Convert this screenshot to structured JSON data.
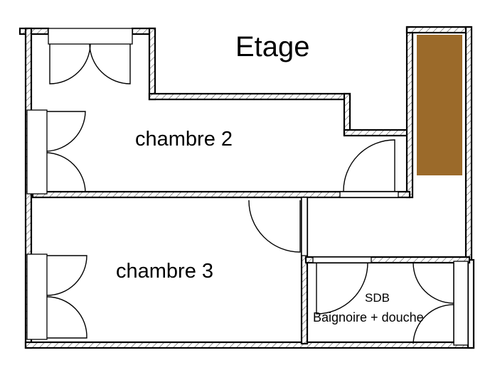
{
  "plan": {
    "title": "Etage",
    "rooms": [
      {
        "id": "chambre-2",
        "label": "chambre 2"
      },
      {
        "id": "chambre-3",
        "label": "chambre 3"
      },
      {
        "id": "sdb",
        "label": "SDB",
        "sublabel": "Baignoire + douche"
      }
    ],
    "colors": {
      "wall": "#000000",
      "background": "#ffffff",
      "stair_block": "#9B6A2A"
    }
  }
}
